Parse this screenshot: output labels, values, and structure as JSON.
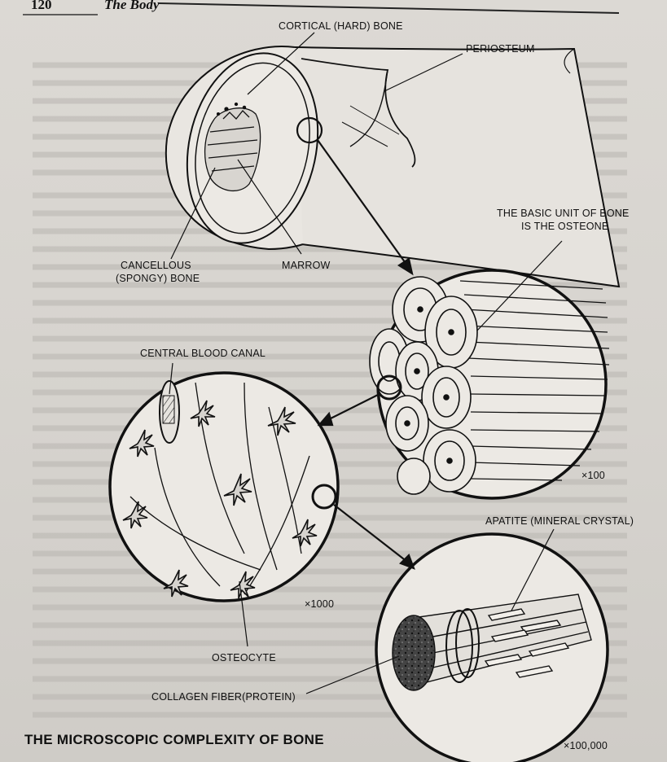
{
  "header": {
    "page_number": "120",
    "running_title": "The Body"
  },
  "figure": {
    "title": "THE MICROSCOPIC COMPLEXITY OF BONE",
    "labels": {
      "cortical": "CORTICAL (HARD) BONE",
      "periosteum": "PERIOSTEUM",
      "cancellous_line1": "CANCELLOUS",
      "cancellous_line2": "(SPONGY) BONE",
      "marrow": "MARROW",
      "osteone_line1": "THE BASIC UNIT OF BONE",
      "osteone_line2": "IS THE OSTEONE",
      "central_canal": "CENTRAL BLOOD CANAL",
      "osteocyte": "OSTEOCYTE",
      "apatite": "APATITE (MINERAL CRYSTAL)",
      "collagen": "COLLAGEN FIBER(PROTEIN)"
    },
    "magnifications": {
      "osteone": "×100",
      "osteocyte": "×1000",
      "collagen": "×100,000"
    }
  }
}
